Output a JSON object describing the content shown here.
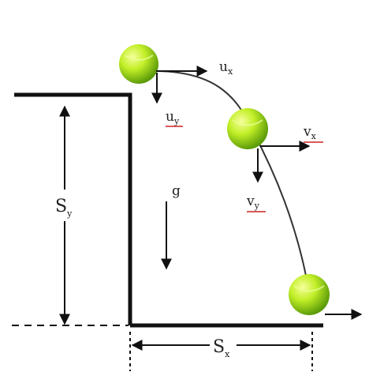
{
  "diagram": {
    "labels": {
      "ux": "u",
      "ux_sub": "x",
      "uy": "u",
      "uy_sub": "y",
      "vx": "v",
      "vx_sub": "x",
      "vy": "v",
      "vy_sub": "y",
      "g": "g",
      "sy": "S",
      "sy_sub": "y",
      "sx": "S",
      "sx_sub": "x"
    },
    "colors": {
      "ball_light": "#f4ff8a",
      "ball_mid": "#b8ea1e",
      "ball_dark": "#5fa20a",
      "ink": "#111111",
      "underline": "#cc2222"
    }
  }
}
